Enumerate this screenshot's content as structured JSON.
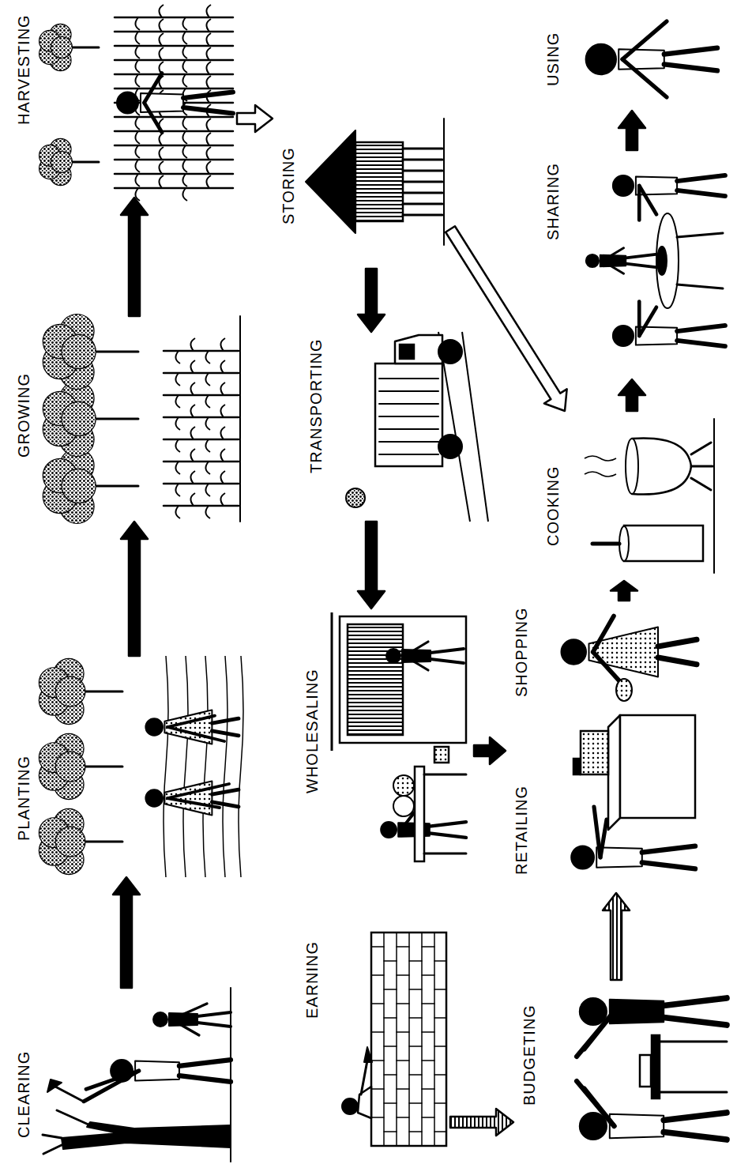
{
  "diagram": {
    "nodes": [
      {
        "text": [
          "CLEARING"
        ]
      },
      {
        "text": [
          "PLANTING"
        ]
      },
      {
        "text": [
          "GROWING"
        ]
      },
      {
        "text": [
          "HARVESTING"
        ]
      },
      {
        "text": [
          "STORING"
        ]
      },
      {
        "text": [
          "TRANSPORTING"
        ]
      },
      {
        "text": [
          "WHOLESALING"
        ]
      },
      {
        "text": [
          "EARNING"
        ]
      },
      {
        "text": [
          "RETAILING"
        ]
      },
      {
        "text": [
          "SHOPPING"
        ]
      },
      {
        "text": [
          "BUDGETING"
        ]
      },
      {
        "text": [
          "COOKING"
        ]
      },
      {
        "text": [
          "SHARING"
        ]
      },
      {
        "text": [
          "USING"
        ]
      }
    ],
    "edges": [
      {
        "from": 0,
        "to": 1,
        "arrow": "to"
      },
      {
        "from": 1,
        "to": 2,
        "arrow": "to"
      },
      {
        "from": 2,
        "to": 3,
        "arrow": "to"
      },
      {
        "from": 3,
        "to": 4,
        "arrow": "to"
      },
      {
        "from": 4,
        "to": 5,
        "arrow": "to"
      },
      {
        "from": 5,
        "to": 6,
        "arrow": "to"
      },
      {
        "from": 6,
        "to": 8,
        "arrow": "to"
      },
      {
        "from": 7,
        "to": 10,
        "arrow": "to"
      },
      {
        "from": 10,
        "to": 8,
        "arrow": "to"
      },
      {
        "from": 9,
        "to": 11,
        "arrow": "to"
      },
      {
        "from": 4,
        "to": 11,
        "arrow": "to"
      },
      {
        "from": 11,
        "to": 12,
        "arrow": "to"
      },
      {
        "from": 12,
        "to": 13,
        "arrow": "to"
      }
    ]
  }
}
